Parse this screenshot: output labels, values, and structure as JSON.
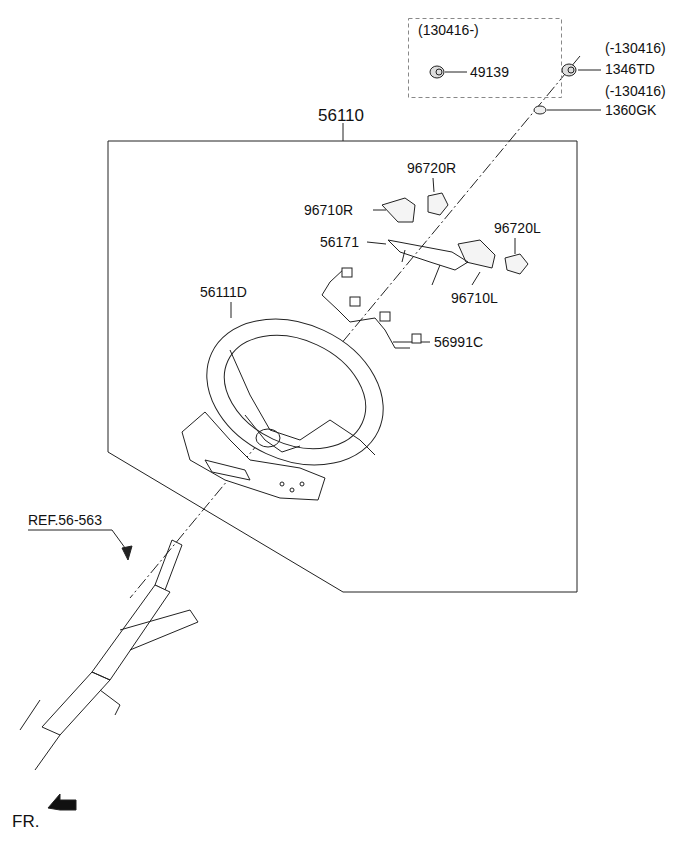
{
  "diagram": {
    "nodes": [
      {
        "text": [
          "56110"
        ]
      },
      {
        "text": [
          "(130416-)",
          "49139"
        ]
      }
    ],
    "labels": [
      "(-130416)",
      "1346TD",
      "(-130416)",
      "1360GK",
      "96720R",
      "96710R",
      "56171",
      "96720L",
      "96710L",
      "56111D",
      "56991C",
      "REF.56-563",
      "FR."
    ]
  }
}
